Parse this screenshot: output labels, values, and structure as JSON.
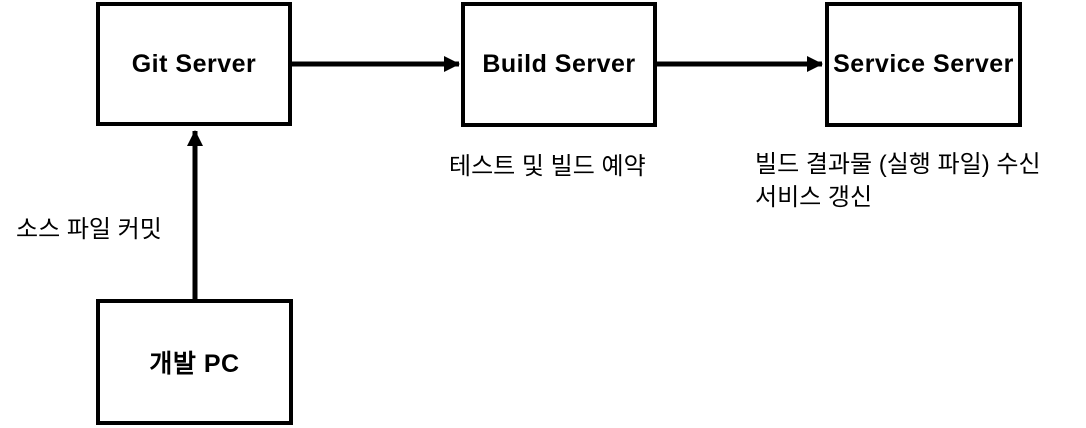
{
  "diagram": {
    "title": "CI/CD server flow diagram",
    "nodes": {
      "git_server": {
        "label": "Git Server"
      },
      "build_server": {
        "label": "Build Server"
      },
      "service_server": {
        "label": "Service Server"
      },
      "dev_pc": {
        "label": "개발 PC"
      }
    },
    "edges": {
      "devpc_to_git": {
        "label": "소스 파일 커밋",
        "direction": "up"
      },
      "git_to_build": {
        "label": "테스트 및 빌드 예약",
        "direction": "right"
      },
      "build_to_service": {
        "label": "빌드 결과물 (실행 파일) 수신\n서비스 갱신",
        "direction": "right"
      }
    },
    "colors": {
      "stroke": "#000000",
      "text": "#000000",
      "background": "#ffffff"
    }
  }
}
